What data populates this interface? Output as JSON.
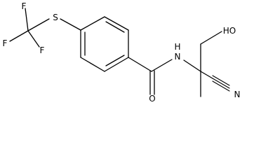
{
  "structure": {
    "atoms": {
      "f_top": "F",
      "f_left": "F",
      "f_bottom": "F",
      "sulfur": "S",
      "oxygen": "O",
      "amide_n": "N",
      "hydroxyl": "HO",
      "nitrile_n": "N"
    },
    "atom_labels": {
      "amide_nh": "H",
      "nitrile": "N"
    }
  }
}
